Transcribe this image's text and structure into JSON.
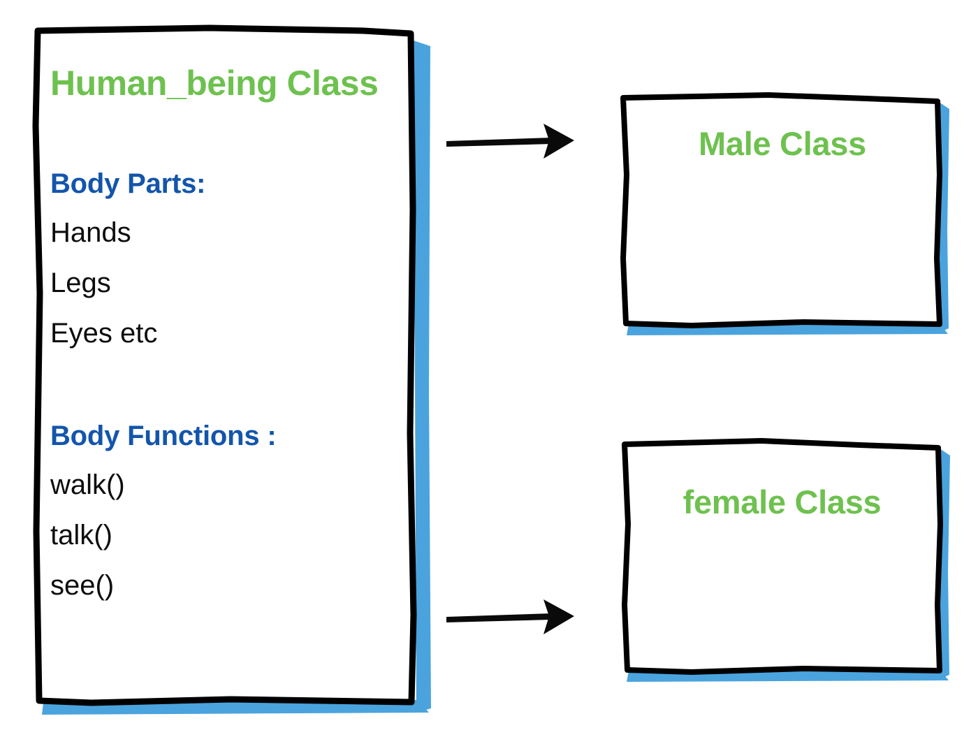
{
  "diagram": {
    "type": "class-inheritance",
    "title": "Human_being Class inheritance diagram",
    "colors": {
      "class_name_green": "#6ec14f",
      "section_heading_blue": "#1355ab",
      "member_black": "#0d0d0d",
      "box_border_black": "#000000",
      "box_shadow_blue": "#4aa3dd",
      "background_white": "#ffffff",
      "arrow_black": "#0a0a0a"
    },
    "parent_class": {
      "name": "Human_being Class",
      "sections": [
        {
          "heading": "Body Parts:",
          "members": [
            "Hands",
            "Legs",
            "Eyes etc"
          ]
        },
        {
          "heading": "Body Functions :",
          "members": [
            "walk()",
            "talk()",
            "see()"
          ]
        }
      ]
    },
    "child_classes": [
      {
        "name": "Male Class"
      },
      {
        "name": "female Class"
      }
    ],
    "connectors": [
      {
        "from": "Human_being Class",
        "to": "Male Class",
        "style": "solid-arrow-right"
      },
      {
        "from": "Human_being Class",
        "to": "female Class",
        "style": "solid-arrow-right"
      }
    ]
  }
}
